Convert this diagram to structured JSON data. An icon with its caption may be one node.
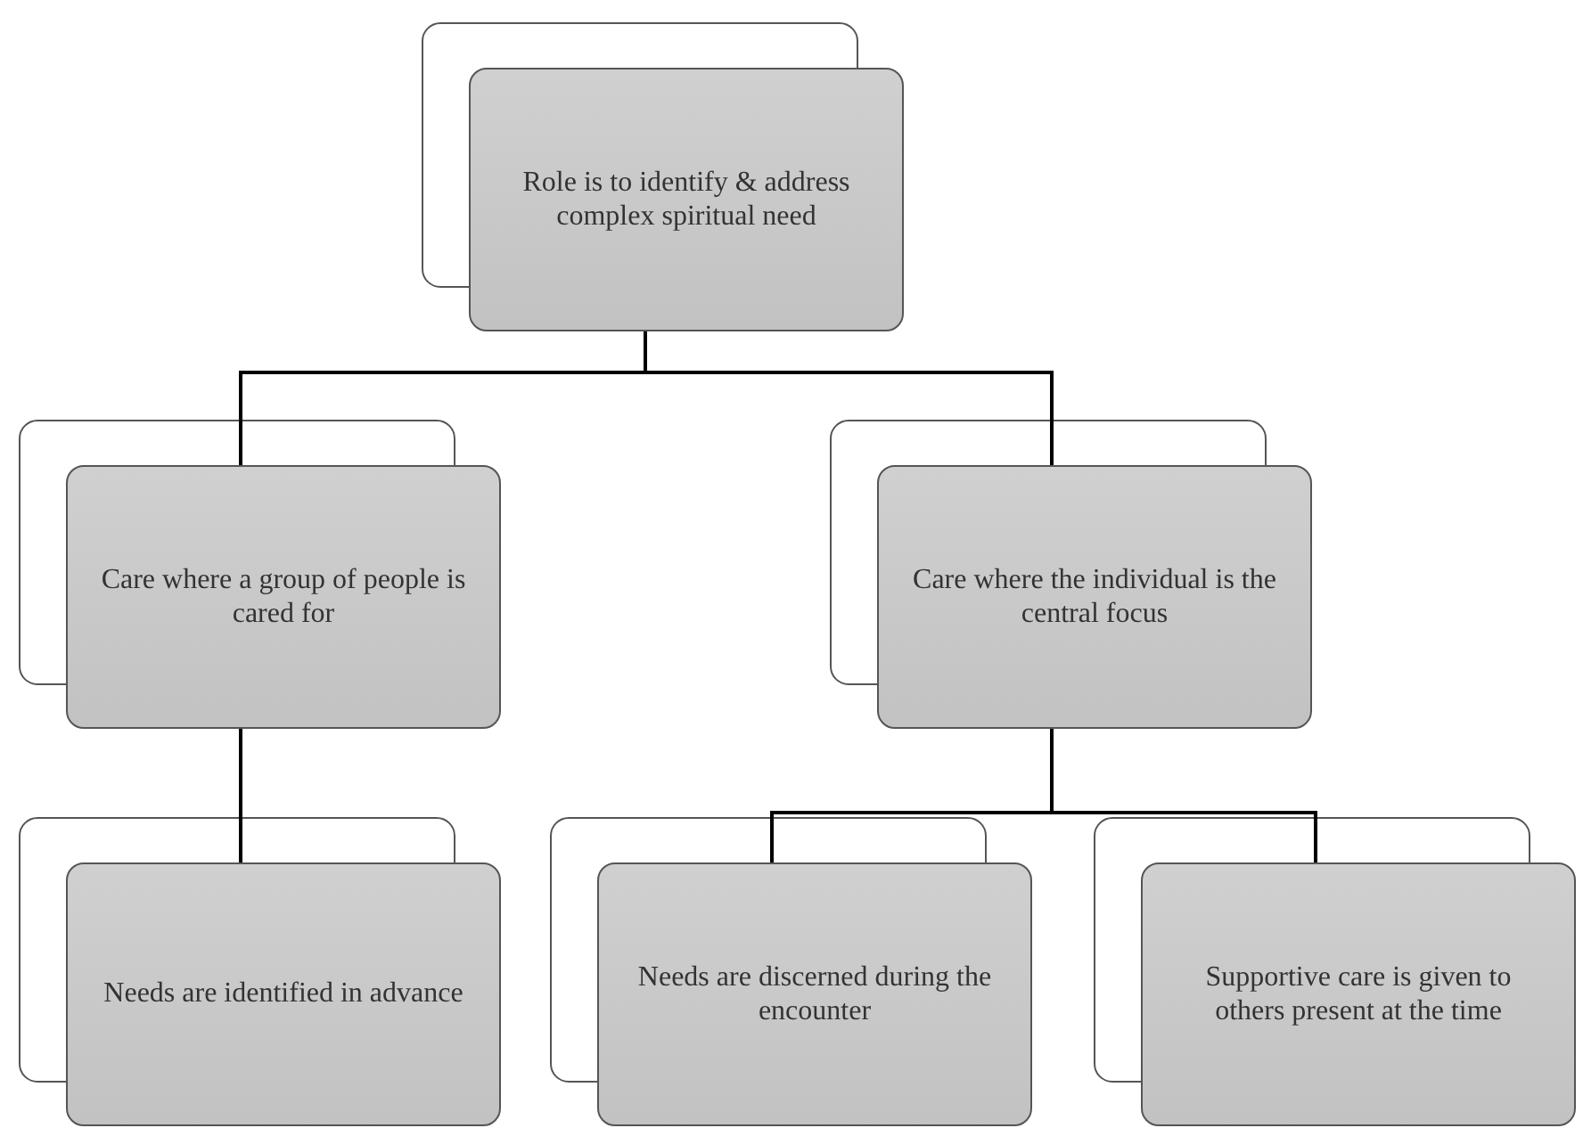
{
  "diagram": {
    "nodes": [
      {
        "text": [
          "Role is to identify & address complex spiritual need"
        ]
      },
      {
        "text": [
          "Care where a group of people is cared for"
        ]
      },
      {
        "text": [
          "Care where the individual is the central focus"
        ]
      },
      {
        "text": [
          "Needs are identified in advance"
        ]
      },
      {
        "text": [
          "Needs are discerned during the encounter"
        ]
      },
      {
        "text": [
          "Supportive care is given to others present at the time"
        ]
      }
    ],
    "edges": [
      {
        "from": 0,
        "to": 1,
        "arrow": "none"
      },
      {
        "from": 0,
        "to": 2,
        "arrow": "none"
      },
      {
        "from": 1,
        "to": 3,
        "arrow": "none"
      },
      {
        "from": 2,
        "to": 4,
        "arrow": "none"
      },
      {
        "from": 2,
        "to": 5,
        "arrow": "none"
      }
    ]
  }
}
